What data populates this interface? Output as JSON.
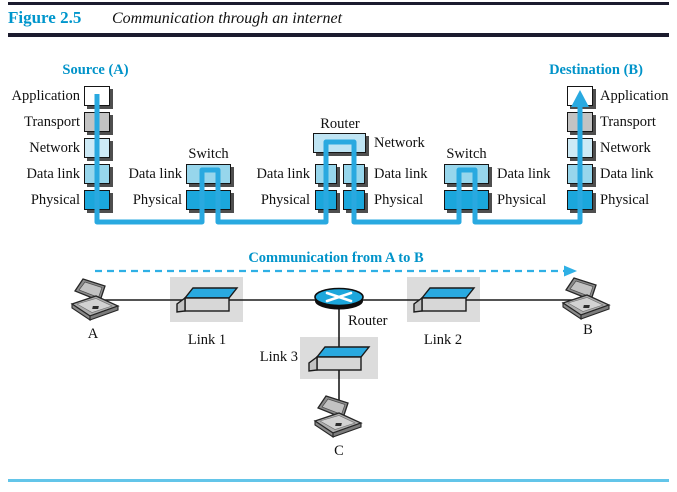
{
  "header": {
    "figure_label": "Figure 2.5",
    "figure_title": "Communication through an internet"
  },
  "colors": {
    "accent_line_cyan": "#29a9e0",
    "heading_blue": "#0093c9",
    "layer_physical": "#1ba7dc",
    "layer_data_link": "#97d6ec",
    "layer_network": "#cdeaf6",
    "layer_transport": "#c3c3c3",
    "layer_application": "#ffffff",
    "link_zone_gray": "#dcdcdc",
    "bottom_rule_cyan": "#63c5e9"
  },
  "protocol_diagram": {
    "source": {
      "heading": "Source (A)",
      "layers": [
        "Application",
        "Transport",
        "Network",
        "Data link",
        "Physical"
      ]
    },
    "destination": {
      "heading": "Destination (B)",
      "layers": [
        "Application",
        "Transport",
        "Network",
        "Data link",
        "Physical"
      ]
    },
    "switch_left": {
      "label": "Switch",
      "layers": [
        "Data link",
        "Physical"
      ]
    },
    "switch_right": {
      "label": "Switch",
      "layers": [
        "Data link",
        "Physical"
      ]
    },
    "router": {
      "label": "Router",
      "network_label": "Network",
      "left_layers": [
        "Data link",
        "Physical"
      ],
      "right_layers": [
        "Data link",
        "Physical"
      ]
    }
  },
  "network_diagram": {
    "flow_label": "Communication from A to B",
    "router_label": "Router",
    "links": {
      "link1": "Link 1",
      "link2": "Link 2",
      "link3": "Link 3"
    },
    "hosts": {
      "a": "A",
      "b": "B",
      "c": "C"
    }
  }
}
